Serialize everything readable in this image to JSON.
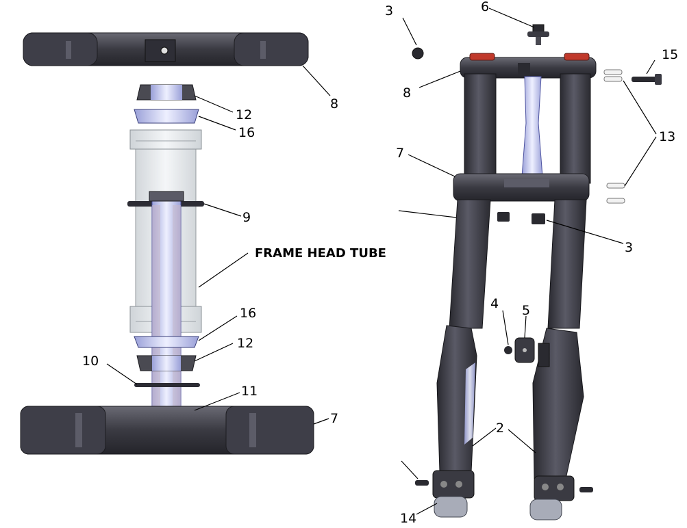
{
  "diagram": {
    "callouts": {
      "c8_left": "8",
      "c12_top": "12",
      "c16_top": "16",
      "c9": "9",
      "frame_head_tube": "FRAME HEAD TUBE",
      "c16_bottom": "16",
      "c12_bottom": "12",
      "c10": "10",
      "c11": "11",
      "c7_left": "7",
      "c3_top": "3",
      "c6": "6",
      "c15": "15",
      "c8_right": "8",
      "c13": "13",
      "c7_right": "7",
      "c3_mid": "3",
      "c4": "4",
      "c5": "5",
      "c2": "2",
      "c14": "14"
    },
    "colors": {
      "fork_dark": "#3a3a40",
      "clamp_dark": "#4a4a52",
      "tube_blue": "#c9cdf0",
      "head_tube": "#e6e9ec",
      "red_cap": "#c0392b"
    }
  }
}
